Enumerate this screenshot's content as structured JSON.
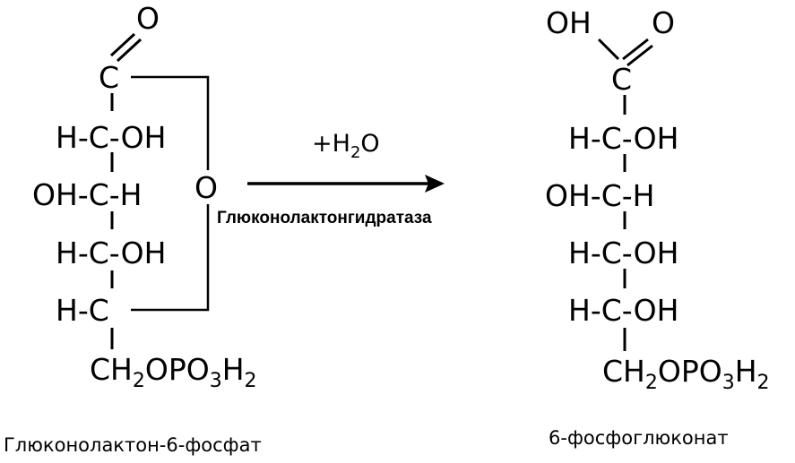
{
  "reaction": {
    "reagent": {
      "prefix": "+H",
      "sub": "2",
      "suffix": "O"
    },
    "enzyme": "Глюконолактонгидратаза"
  },
  "substrate": {
    "name": "Глюконолактон-6-фосфат",
    "carbonyl_o": "O",
    "c1": "C",
    "row2": "H-C-OH",
    "row3": "OH-C-H",
    "row4": "H-C-OH",
    "row5": "H-C",
    "ring_o": "O",
    "tail": {
      "a": "CH",
      "s1": "2",
      "b": "OPO",
      "s2": "3",
      "c": "H",
      "s3": "2"
    }
  },
  "product": {
    "name": "6-фосфоглюконат",
    "oh": "OH",
    "carbonyl_o": "O",
    "c1": "C",
    "row2": "H-C-OH",
    "row3": "OH-C-H",
    "row4": "H-C-OH",
    "row5": "H-C-OH",
    "tail": {
      "a": "CH",
      "s1": "2",
      "b": "OPO",
      "s2": "3",
      "c": "H",
      "s3": "2"
    }
  }
}
